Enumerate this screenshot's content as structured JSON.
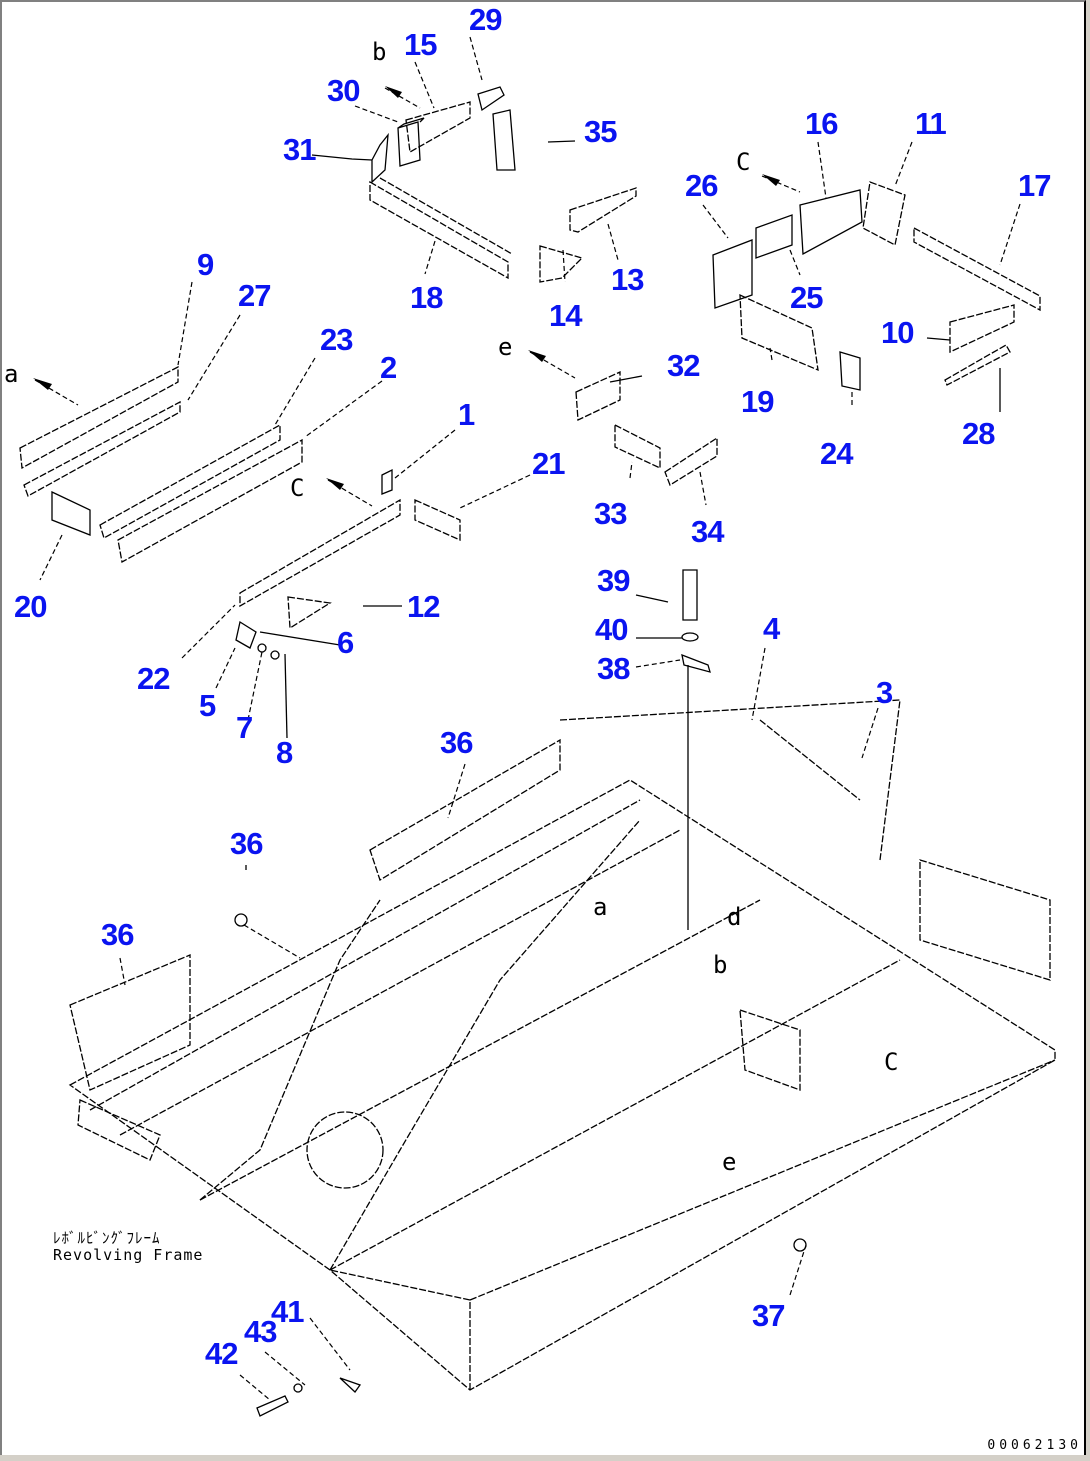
{
  "diagram": {
    "type": "exploded parts diagram",
    "subject_label_jp": "ﾚﾎﾞﾙﾋﾞﾝｸﾞﾌﾚｰﾑ",
    "subject_label_en": "Revolving Frame",
    "image_code": "00062130",
    "callout_color": "#0a14f0",
    "line_color": "#000000",
    "background": "#ffffff"
  },
  "callouts": [
    {
      "id": "29",
      "label": "29"
    },
    {
      "id": "15",
      "label": "15"
    },
    {
      "id": "30",
      "label": "30"
    },
    {
      "id": "31",
      "label": "31"
    },
    {
      "id": "35",
      "label": "35"
    },
    {
      "id": "16",
      "label": "16"
    },
    {
      "id": "11",
      "label": "11"
    },
    {
      "id": "26",
      "label": "26"
    },
    {
      "id": "17",
      "label": "17"
    },
    {
      "id": "13",
      "label": "13"
    },
    {
      "id": "18",
      "label": "18"
    },
    {
      "id": "14",
      "label": "14"
    },
    {
      "id": "25",
      "label": "25"
    },
    {
      "id": "9",
      "label": "9"
    },
    {
      "id": "27",
      "label": "27"
    },
    {
      "id": "10",
      "label": "10"
    },
    {
      "id": "23",
      "label": "23"
    },
    {
      "id": "32",
      "label": "32"
    },
    {
      "id": "2",
      "label": "2"
    },
    {
      "id": "19",
      "label": "19"
    },
    {
      "id": "28",
      "label": "28"
    },
    {
      "id": "1",
      "label": "1"
    },
    {
      "id": "24",
      "label": "24"
    },
    {
      "id": "21",
      "label": "21"
    },
    {
      "id": "33",
      "label": "33"
    },
    {
      "id": "34",
      "label": "34"
    },
    {
      "id": "20",
      "label": "20"
    },
    {
      "id": "39",
      "label": "39"
    },
    {
      "id": "12",
      "label": "12"
    },
    {
      "id": "40",
      "label": "40"
    },
    {
      "id": "4",
      "label": "4"
    },
    {
      "id": "6",
      "label": "6"
    },
    {
      "id": "38",
      "label": "38"
    },
    {
      "id": "22",
      "label": "22"
    },
    {
      "id": "3",
      "label": "3"
    },
    {
      "id": "5",
      "label": "5"
    },
    {
      "id": "7",
      "label": "7"
    },
    {
      "id": "8",
      "label": "8"
    },
    {
      "id": "36a",
      "label": "36"
    },
    {
      "id": "36b",
      "label": "36"
    },
    {
      "id": "36c",
      "label": "36"
    },
    {
      "id": "37",
      "label": "37"
    },
    {
      "id": "41",
      "label": "41"
    },
    {
      "id": "43",
      "label": "43"
    },
    {
      "id": "42",
      "label": "42"
    }
  ],
  "reference_markers": [
    {
      "id": "b-top",
      "label": "b"
    },
    {
      "id": "c-top",
      "label": "C"
    },
    {
      "id": "e-mid",
      "label": "e"
    },
    {
      "id": "a-left",
      "label": "a"
    },
    {
      "id": "c-left",
      "label": "C"
    },
    {
      "id": "a-frame",
      "label": "a"
    },
    {
      "id": "b-frame",
      "label": "b"
    },
    {
      "id": "c-frame",
      "label": "C"
    },
    {
      "id": "e-frame",
      "label": "e"
    },
    {
      "id": "d-frame",
      "label": "d"
    }
  ]
}
